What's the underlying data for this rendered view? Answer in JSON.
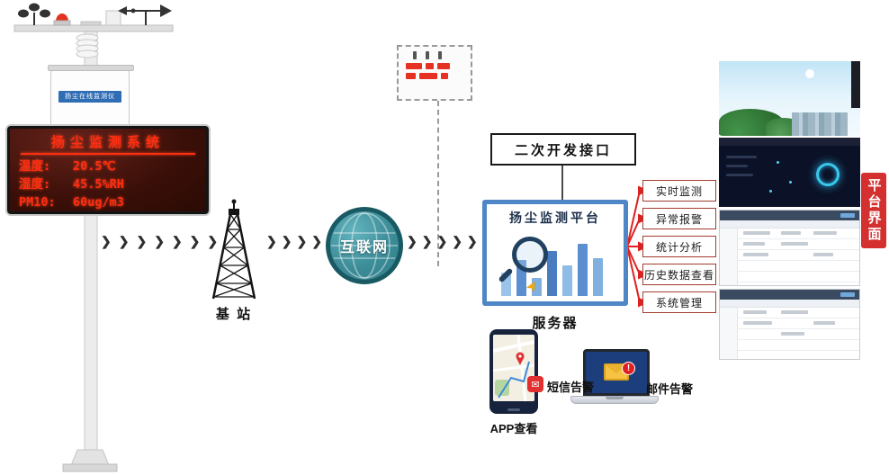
{
  "station": {
    "cabinet_label": "扬尘在线监测仪",
    "display": {
      "title": "扬尘监测系统",
      "rows": [
        {
          "label": "温度:",
          "value": "20.5℃"
        },
        {
          "label": "湿度:",
          "value": "45.5%RH"
        },
        {
          "label": "PM10:",
          "value": "60ug/m3"
        }
      ]
    }
  },
  "flow": {
    "signal1": "❯❯❯❯❯❯❯",
    "signal2": "❯❯❯❯",
    "signal3": "❯❯❯❯❯❯",
    "base_station_label": "基 站",
    "internet_label": "互联网",
    "api_label": "二次开发接口",
    "platform_title": "扬尘监测平台",
    "server_label": "服务器"
  },
  "features": [
    {
      "label": "实时监测"
    },
    {
      "label": "异常报警"
    },
    {
      "label": "统计分析"
    },
    {
      "label": "历史数据查看"
    },
    {
      "label": "系统管理"
    }
  ],
  "platform_panel_label": "平台界面",
  "alerts": {
    "sms_label": "短信告警",
    "email_label": "邮件告警",
    "app_label": "APP查看"
  },
  "colors": {
    "led_text": "#ff2d12",
    "arrow_red": "#e02020",
    "internet_teal": "#3d8d99",
    "server_border": "#4f86c6",
    "panel_tag_red": "#d43030"
  }
}
